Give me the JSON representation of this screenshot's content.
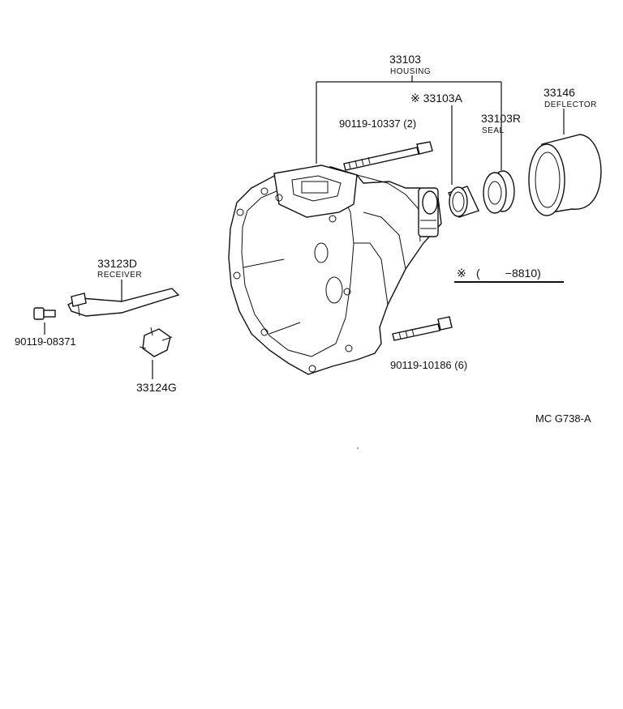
{
  "diagram": {
    "parts": {
      "housing": {
        "number": "33103",
        "name": "HOUSING"
      },
      "bushing": {
        "number": "※ 33103A"
      },
      "seal": {
        "number": "33103R",
        "name": "SEAL"
      },
      "deflector": {
        "number": "33146",
        "name": "DEFLECTOR"
      },
      "bolt_upper": {
        "number": "90119-10337 (2)"
      },
      "bolt_lower": {
        "number": "90119-10186 (6)"
      },
      "receiver": {
        "number": "33123D",
        "name": "RECEIVER"
      },
      "bolt_receiver": {
        "number": "90119-08371"
      },
      "clip": {
        "number": "33124G"
      }
    },
    "note": {
      "mark": "※",
      "text": "(        −8810)"
    },
    "figure_code": "MC  G738-A"
  }
}
